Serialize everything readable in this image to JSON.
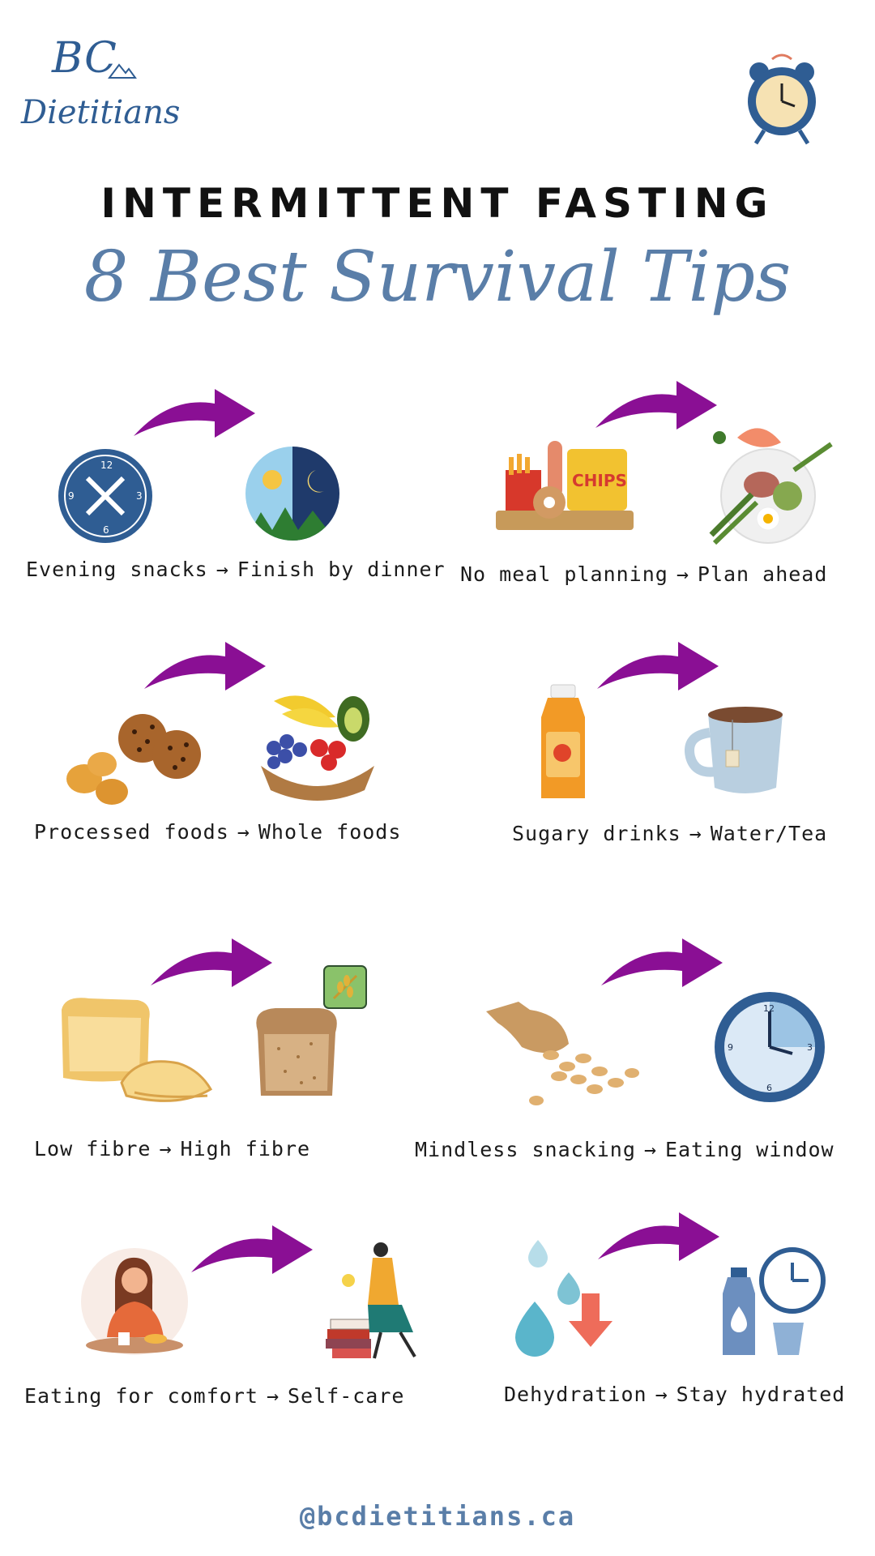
{
  "brand": {
    "initials": "BC",
    "name": "Dietitians"
  },
  "header": {
    "title": "INTERMITTENT FASTING",
    "subtitle": "8 Best Survival Tips"
  },
  "tips": [
    {
      "from": "Evening snacks",
      "to": "Finish by dinner",
      "from_icon": "clock-plate-icon",
      "to_icon": "day-night-icon"
    },
    {
      "from": "No meal planning",
      "to": "Plan ahead",
      "from_icon": "junk-food-icon",
      "to_icon": "healthy-plate-icon"
    },
    {
      "from": "Processed foods",
      "to": "Whole foods",
      "from_icon": "cookies-nuggets-icon",
      "to_icon": "fruit-basket-icon"
    },
    {
      "from": "Sugary drinks",
      "to": "Water/Tea",
      "from_icon": "juice-bottle-icon",
      "to_icon": "tea-mug-icon"
    },
    {
      "from": "Low fibre",
      "to": "High fibre",
      "from_icon": "white-bread-icon",
      "to_icon": "whole-grain-bread-icon"
    },
    {
      "from": "Mindless snacking",
      "to": "Eating window",
      "from_icon": "nuts-scoop-icon",
      "to_icon": "wall-clock-icon"
    },
    {
      "from": "Eating for comfort",
      "to": "Self-care",
      "from_icon": "comfort-eating-icon",
      "to_icon": "self-care-icon"
    },
    {
      "from": "Dehydration",
      "to": "Stay hydrated",
      "from_icon": "water-drops-icon",
      "to_icon": "water-bottle-timer-icon"
    }
  ],
  "arrow_glyph": "→",
  "footer": {
    "handle": "@bcdietitians.ca"
  },
  "colors": {
    "accent_blue": "#5a7ea8",
    "logo_blue": "#2f5d93",
    "arrow_purple": "#8a0f94"
  }
}
